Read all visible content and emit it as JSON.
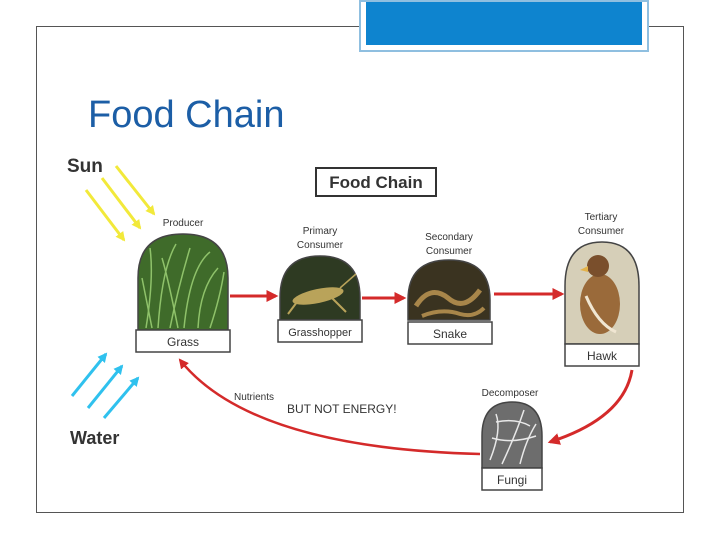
{
  "slide": {
    "title": "Food Chain"
  },
  "diagram": {
    "header_label": "Food Chain",
    "sun_label": "Sun",
    "water_label": "Water",
    "nodes": [
      {
        "role": "Producer",
        "name": "Grass"
      },
      {
        "role_line1": "Primary",
        "role_line2": "Consumer",
        "name": "Grasshopper"
      },
      {
        "role_line1": "Secondary",
        "role_line2": "Consumer",
        "name": "Snake"
      },
      {
        "role_line1": "Tertiary",
        "role_line2": "Consumer",
        "name": "Hawk"
      },
      {
        "role": "Decomposer",
        "name": "Fungi"
      }
    ],
    "nutrients_label": "Nutrients",
    "energy_note": "BUT NOT ENERGY!"
  },
  "colors": {
    "title": "#1c5ea6",
    "accent": "#0e84cf",
    "arrow": "#d42a2a",
    "sun_rays": "#f2e93a",
    "water_arrows": "#2fc1ee"
  }
}
